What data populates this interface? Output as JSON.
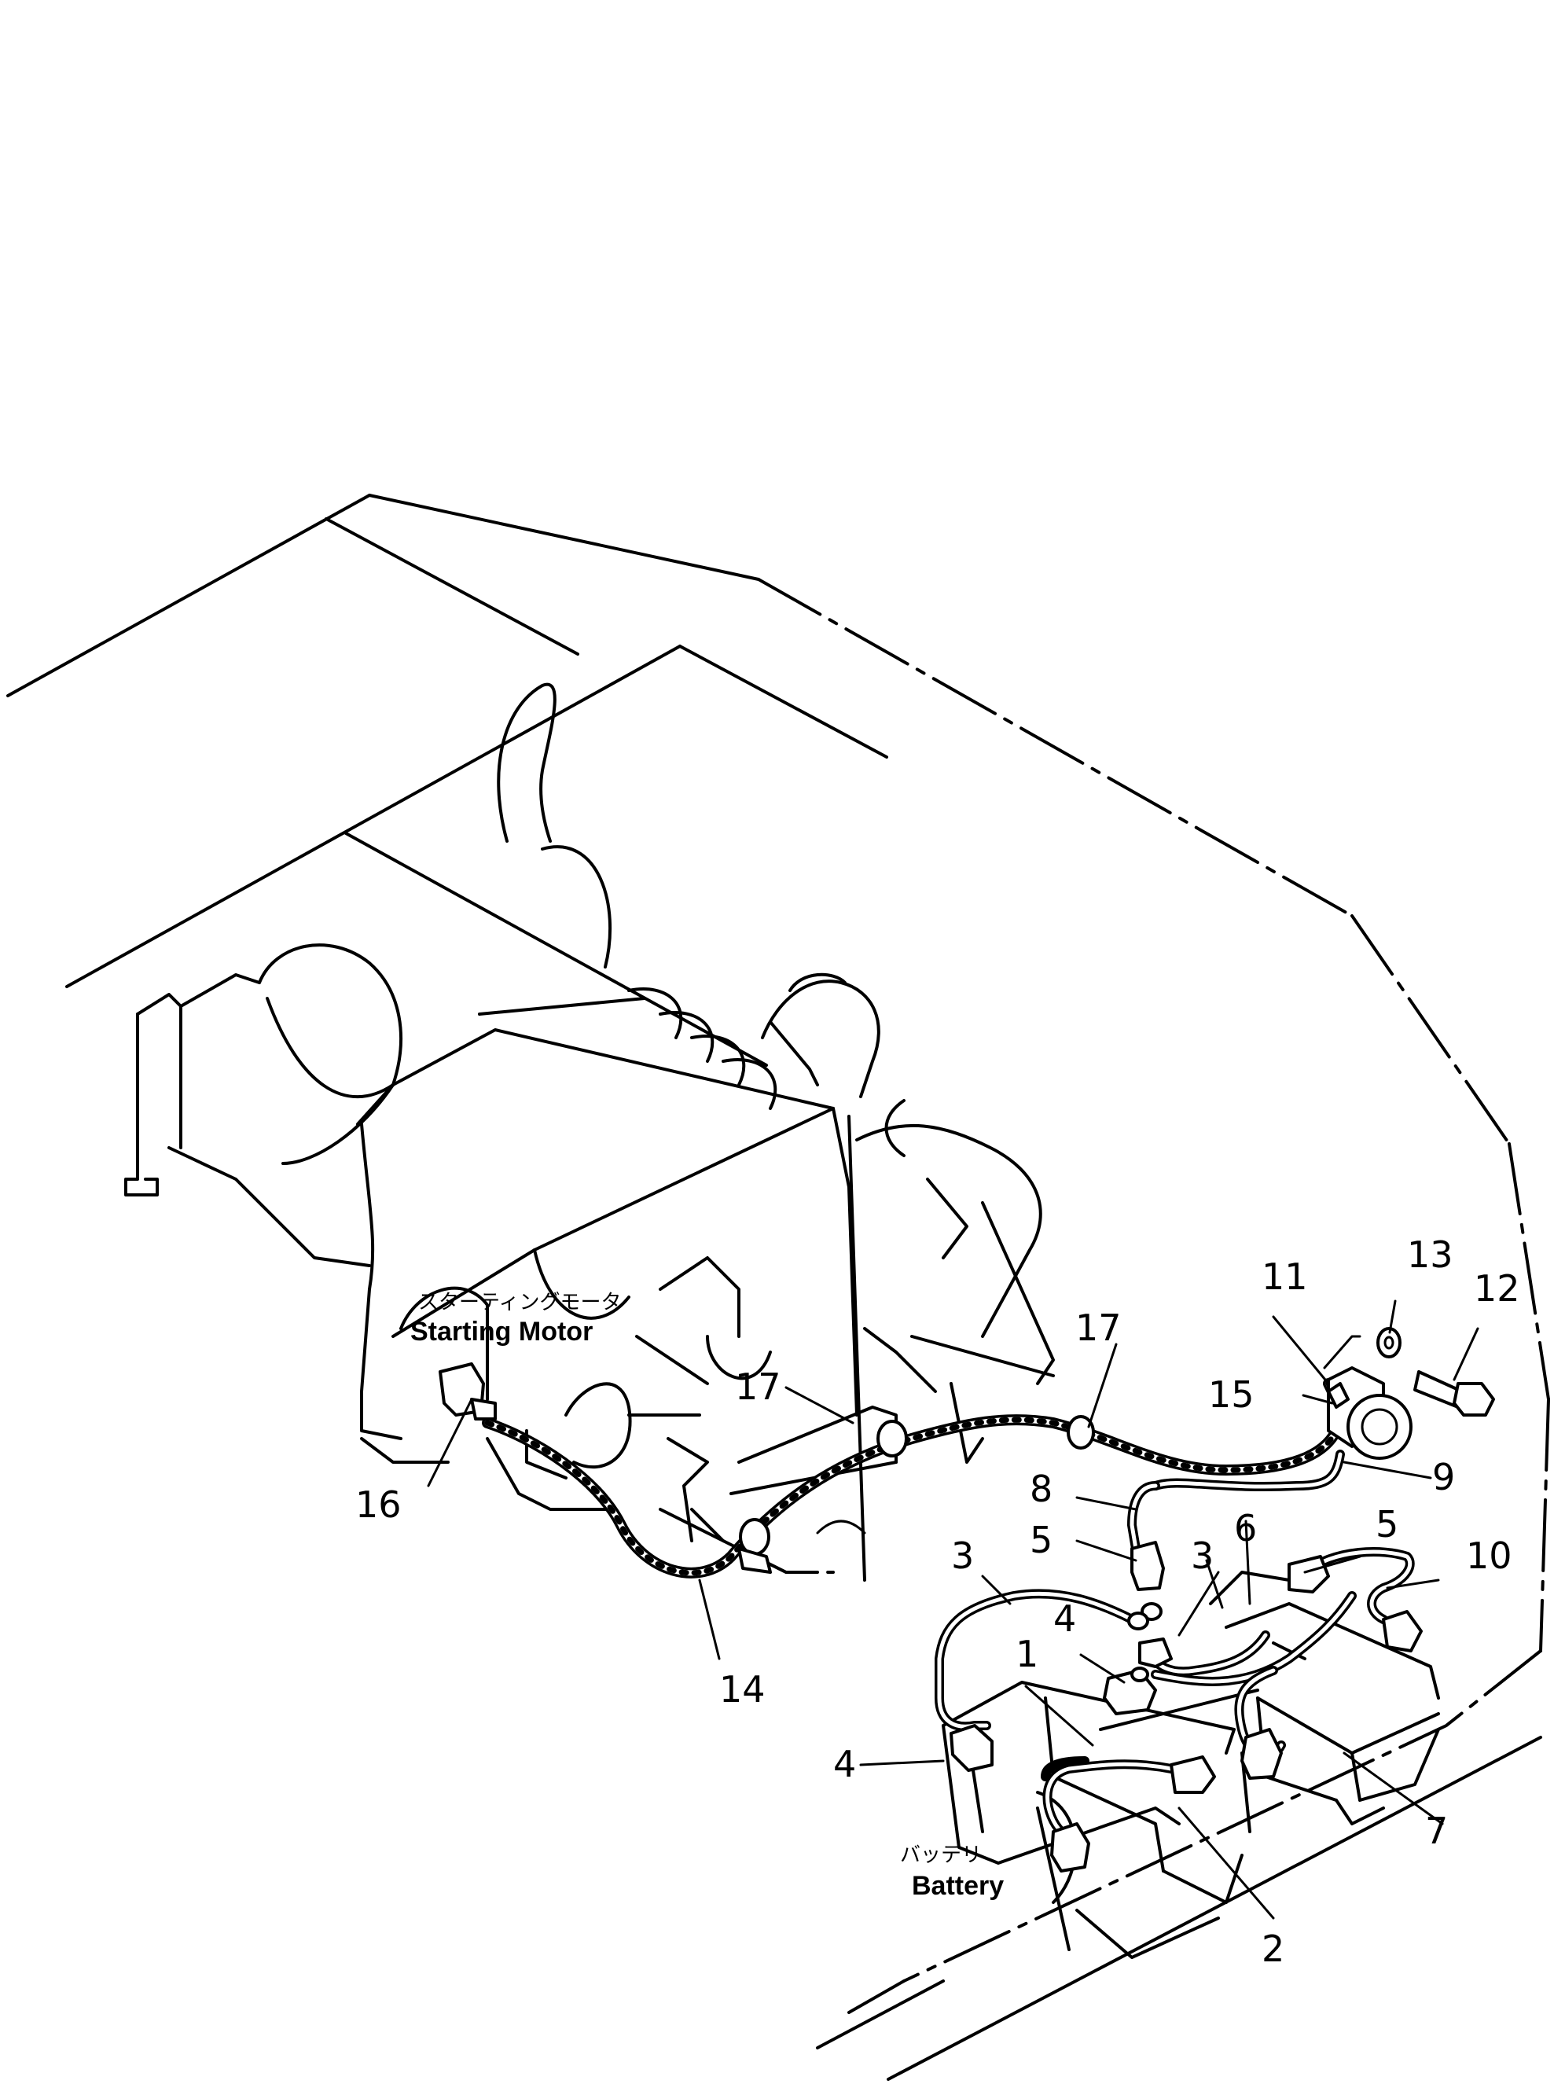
{
  "diagram": {
    "labels": {
      "starting_motor_jp": "スターティングモータ",
      "starting_motor_en": "Starting Motor",
      "battery_jp": "バッテリ",
      "battery_en": "Battery"
    },
    "callouts": {
      "c1": "1",
      "c2": "2",
      "c3a": "3",
      "c3b": "3",
      "c4a": "4",
      "c4b": "4",
      "c5a": "5",
      "c5b": "5",
      "c6": "6",
      "c7": "7",
      "c8": "8",
      "c9": "9",
      "c10": "10",
      "c11": "11",
      "c12": "12",
      "c13": "13",
      "c14": "14",
      "c15": "15",
      "c16": "16",
      "c17a": "17",
      "c17b": "17"
    }
  }
}
